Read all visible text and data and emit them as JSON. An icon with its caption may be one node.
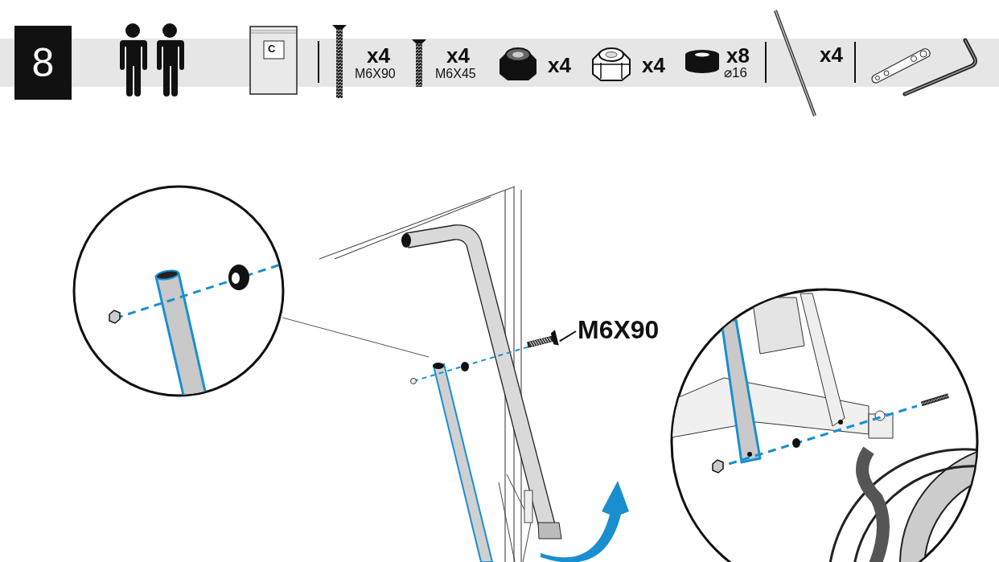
{
  "diagram": {
    "nodes": [
      {
        "text": [
          "8"
        ]
      },
      {
        "text": [
          "M6X90"
        ]
      },
      {
        "text": [],
        "shape": "picture"
      }
    ],
    "edges": [
      {
        "from": 1,
        "to": 2,
        "arrow": "none"
      }
    ],
    "labels": [
      "C",
      "x4",
      "M6X90",
      "x4",
      "M6X45",
      "x4",
      "x4",
      "x8",
      "⌀16",
      "x4"
    ]
  }
}
